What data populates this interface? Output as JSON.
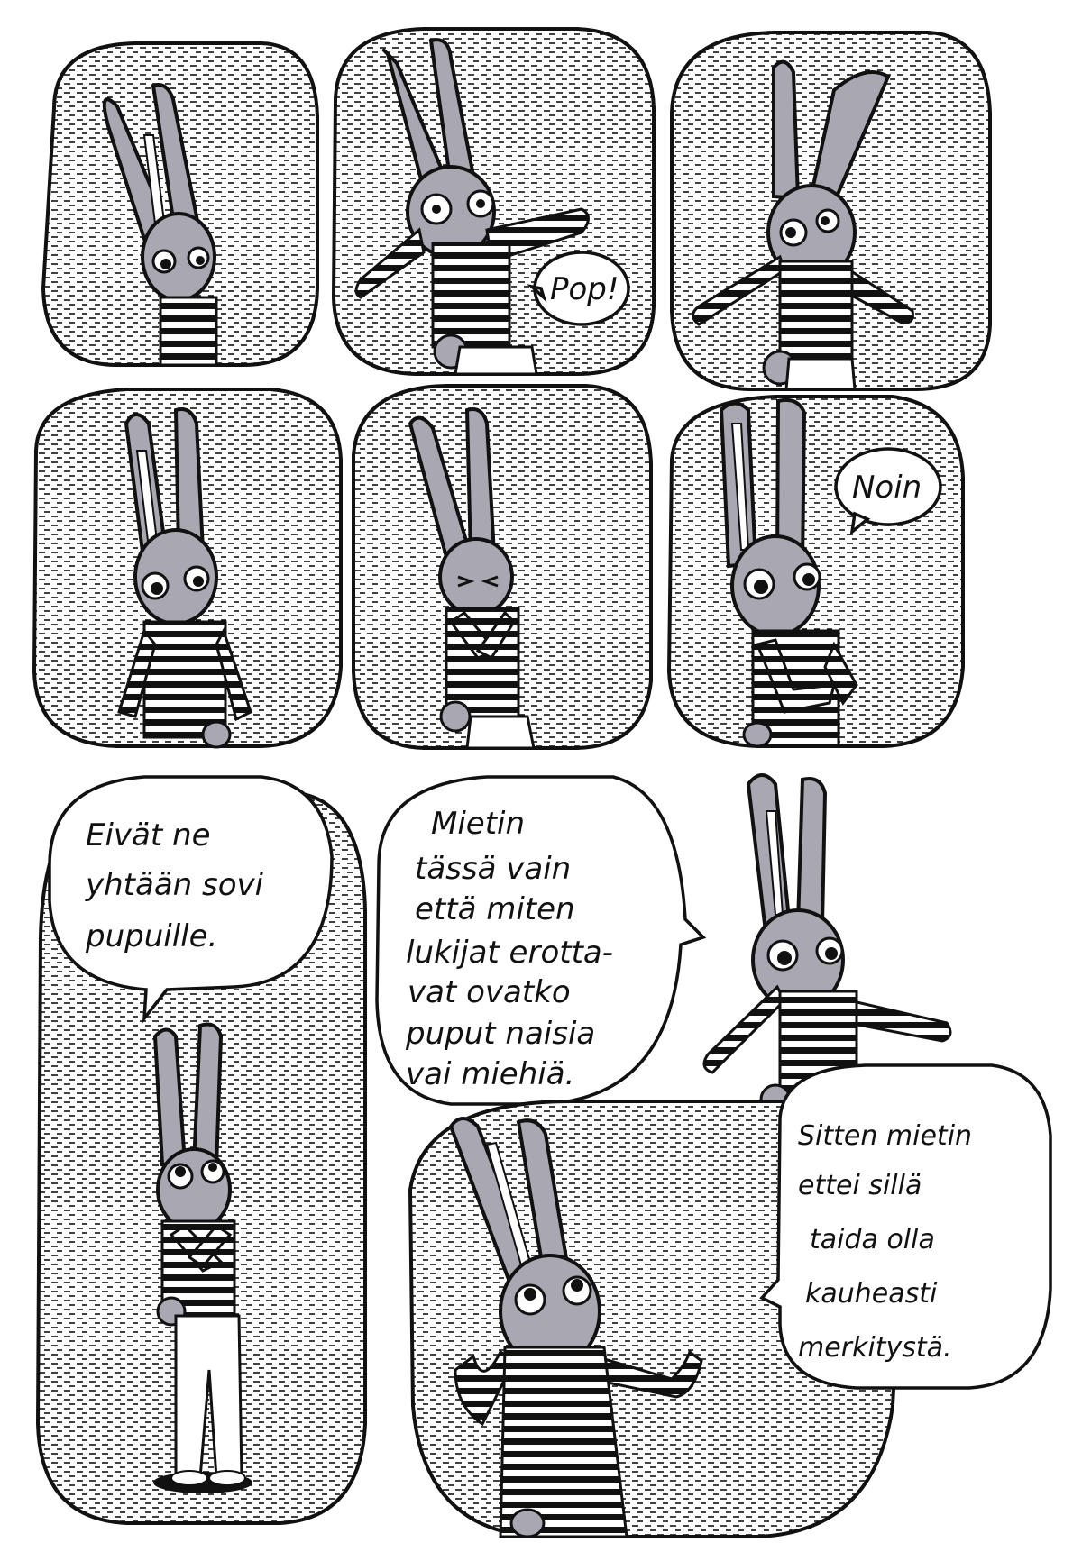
{
  "page": {
    "panels": [
      {
        "id": 1
      },
      {
        "id": 2,
        "sound_effect": "Pop!"
      },
      {
        "id": 3
      },
      {
        "id": 4
      },
      {
        "id": 5
      },
      {
        "id": 6,
        "speech": "Noin"
      },
      {
        "id": 7,
        "speech": [
          "Eivät ne",
          "yhtään sovi",
          "pupuille."
        ]
      },
      {
        "id": 8,
        "speech": [
          "Mietin",
          "tässä vain",
          "että miten",
          "lukijat erotta-",
          "vat ovatko",
          "puput naisia",
          "vai miehiä."
        ]
      },
      {
        "id": 9,
        "speech": [
          "Sitten mietin",
          "ettei sillä",
          "taida olla",
          "kauheasti",
          "merkitystä."
        ]
      }
    ]
  },
  "colors": {
    "rabbit_gray": "#a9a7b2",
    "ink": "#111111",
    "paper": "#ffffff"
  }
}
